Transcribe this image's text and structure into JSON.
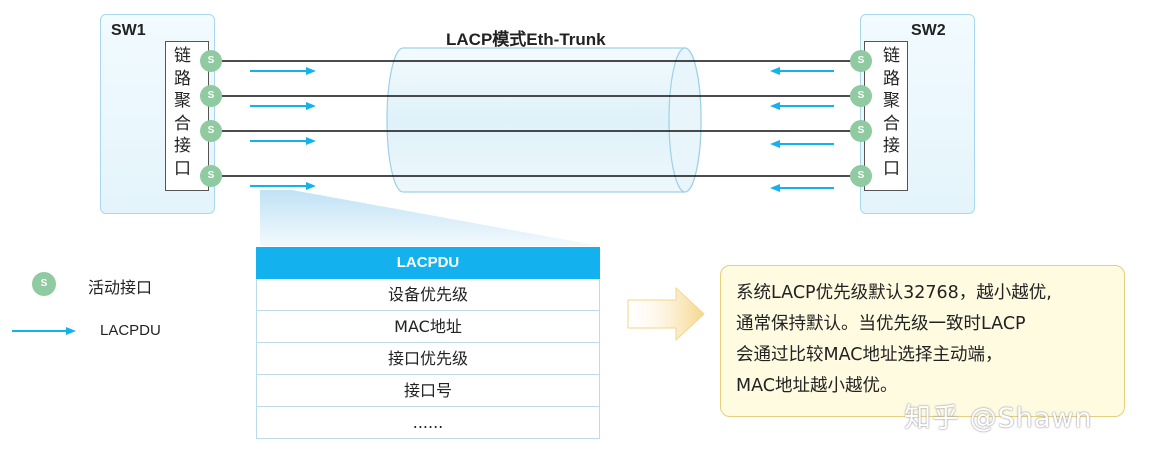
{
  "title": "LACP模式Eth-Trunk",
  "switches": [
    {
      "name": "SW1",
      "aggregate_label": "链路聚合接口"
    },
    {
      "name": "SW2",
      "aggregate_label": "链路聚合接口"
    }
  ],
  "port_glyph": "S",
  "pdu_table": {
    "header": "LACPDU",
    "rows": [
      "设备优先级",
      "MAC地址",
      "接口优先级",
      "接口号",
      "......"
    ]
  },
  "legend": {
    "active_port_label": "活动接口",
    "lacpdu_label": "LACPDU"
  },
  "note_lines": [
    "系统LACP优先级默认32768，越小越优,",
    "通常保持默认。当优先级一致时LACP",
    "会通过比较MAC地址选择主动端，",
    "MAC地址越小越优。"
  ],
  "watermark": "知乎 @Shawn",
  "colors": {
    "port": "#8fcaa1",
    "arrow": "#13b2ef",
    "table_header": "#13b2ef",
    "note_bg": "#fffbe1"
  },
  "icons": [
    "port-s-icon",
    "lacpdu-arrow-icon",
    "eth-trunk-cylinder-icon",
    "callout-arrow-icon"
  ]
}
